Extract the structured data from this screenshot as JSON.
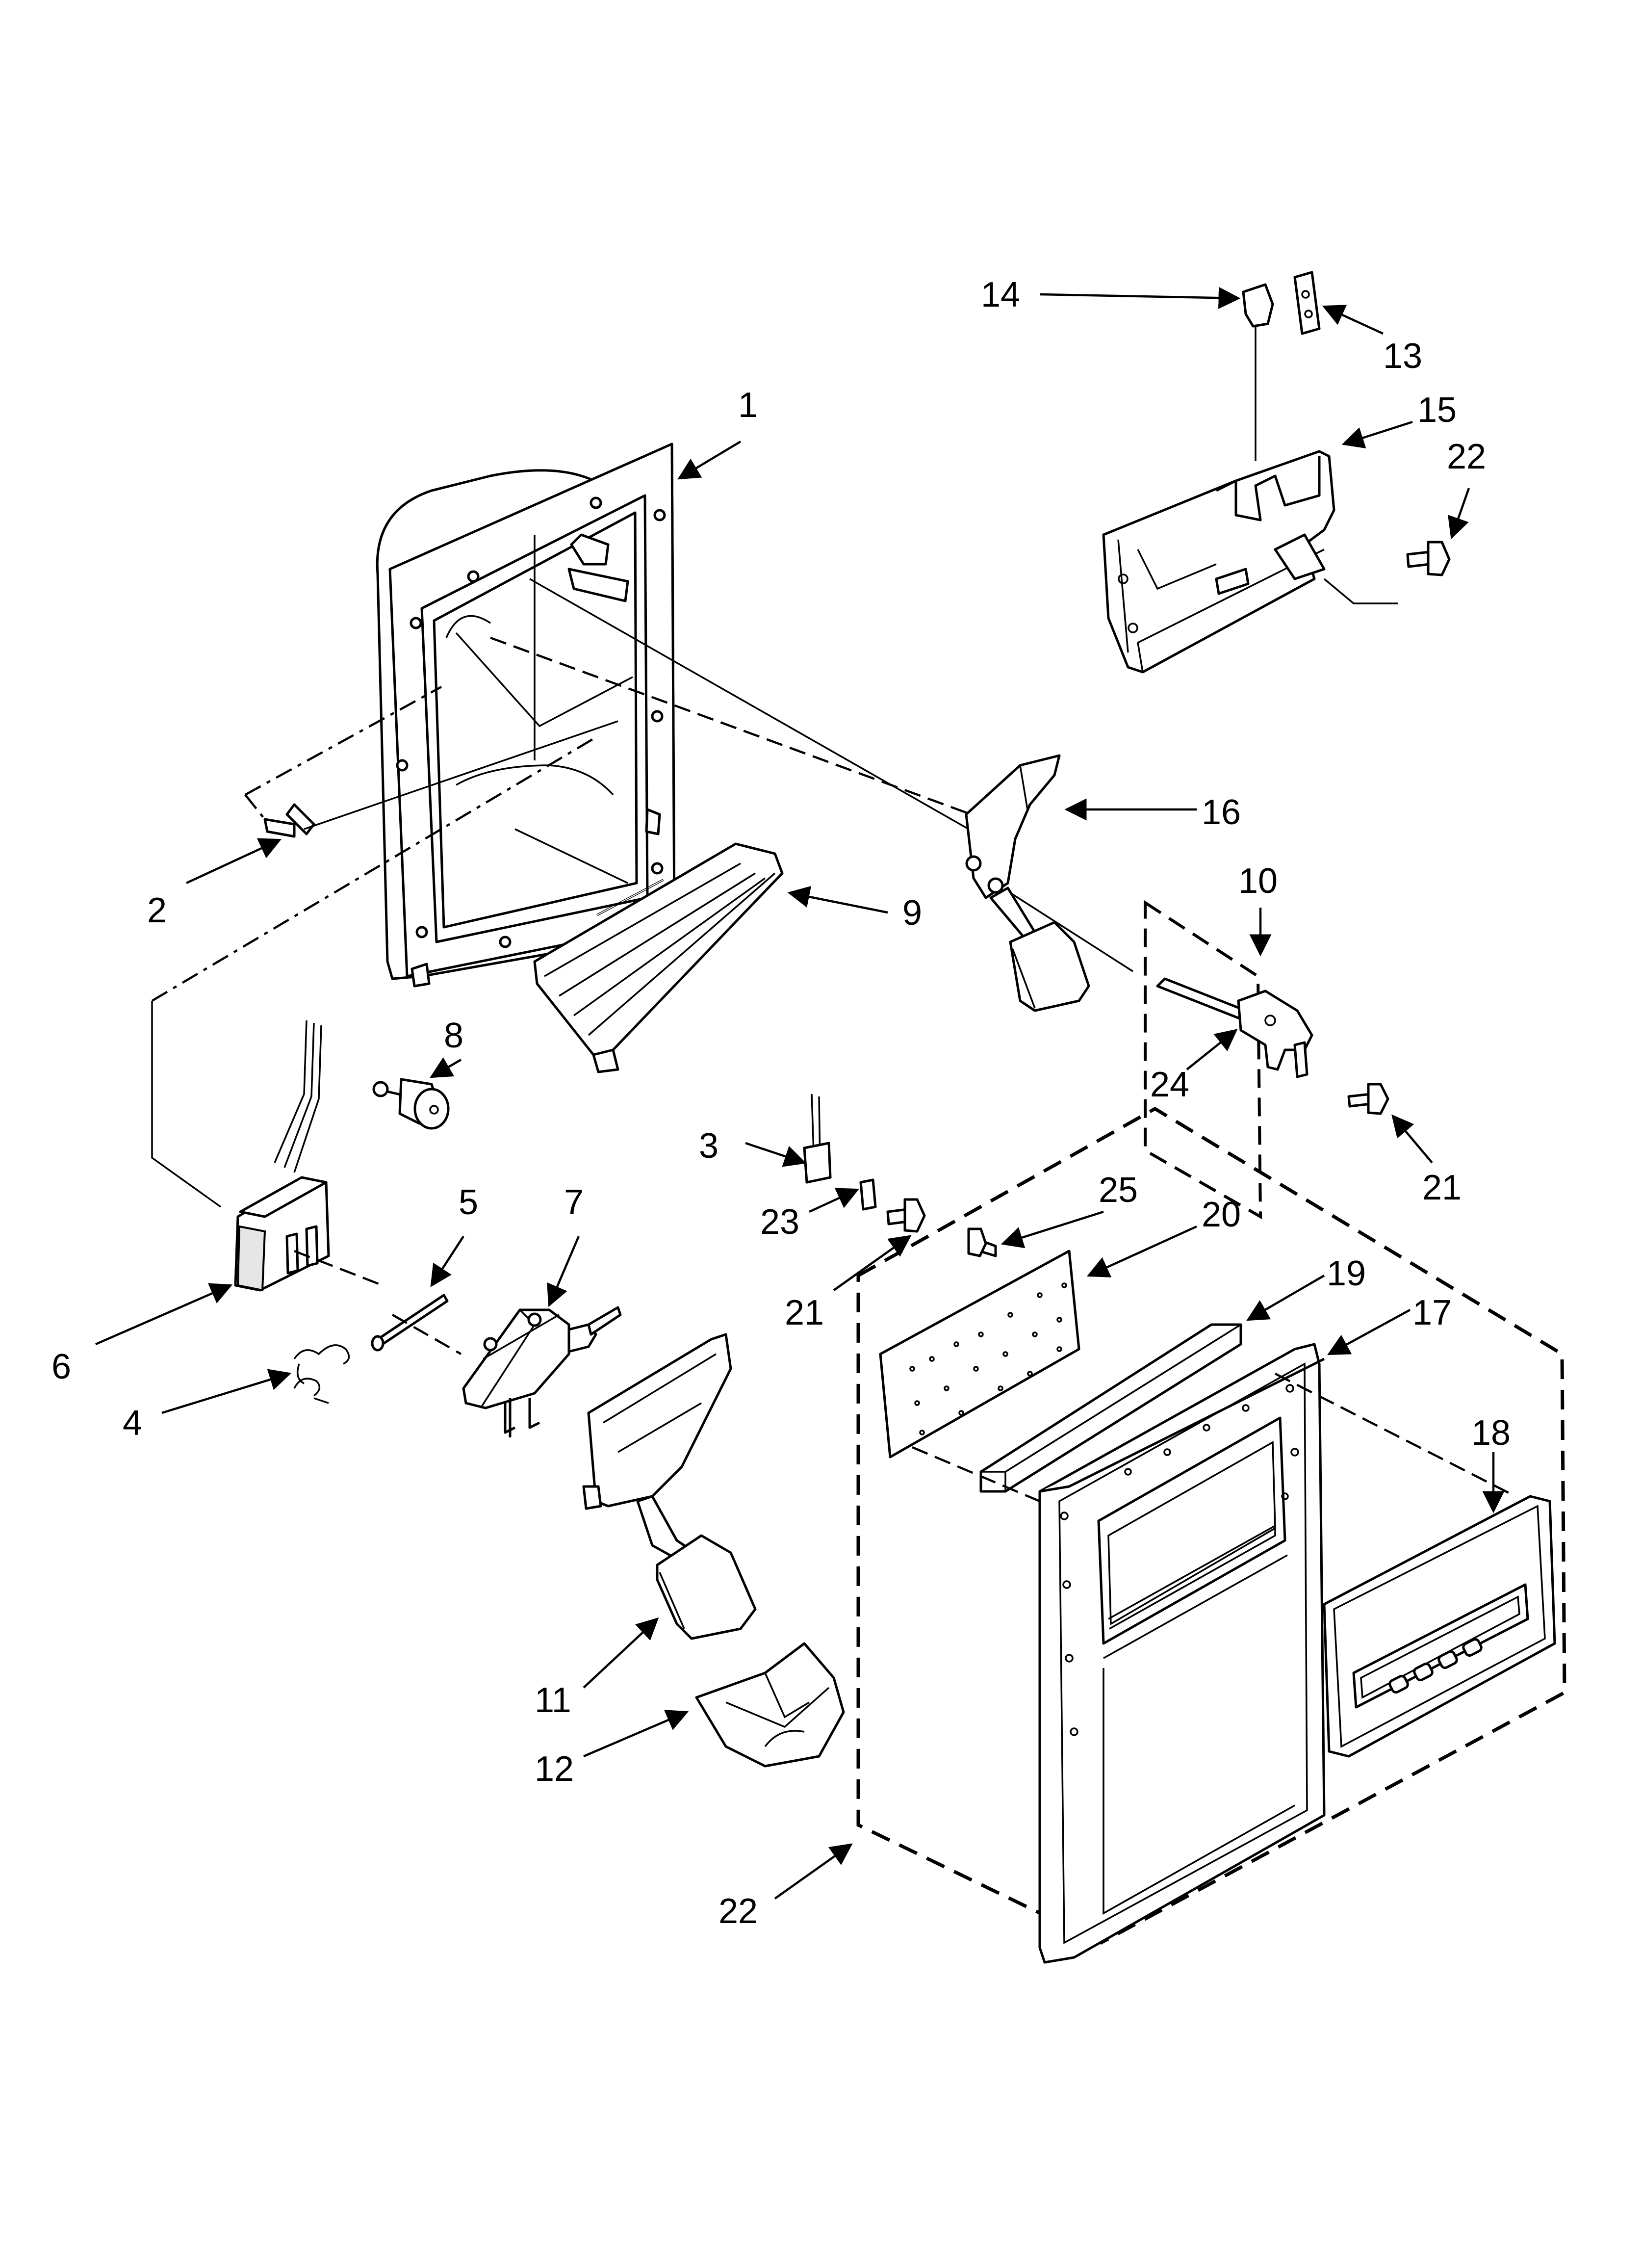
{
  "callouts": [
    {
      "id": "c1",
      "label": "1"
    },
    {
      "id": "c2",
      "label": "2"
    },
    {
      "id": "c3",
      "label": "3"
    },
    {
      "id": "c4",
      "label": "4"
    },
    {
      "id": "c5",
      "label": "5"
    },
    {
      "id": "c6",
      "label": "6"
    },
    {
      "id": "c7",
      "label": "7"
    },
    {
      "id": "c8",
      "label": "8"
    },
    {
      "id": "c9",
      "label": "9"
    },
    {
      "id": "c10",
      "label": "10"
    },
    {
      "id": "c11",
      "label": "11"
    },
    {
      "id": "c12",
      "label": "12"
    },
    {
      "id": "c13",
      "label": "13"
    },
    {
      "id": "c14",
      "label": "14"
    },
    {
      "id": "c15",
      "label": "15"
    },
    {
      "id": "c16",
      "label": "16"
    },
    {
      "id": "c17",
      "label": "17"
    },
    {
      "id": "c18",
      "label": "18"
    },
    {
      "id": "c19",
      "label": "19"
    },
    {
      "id": "c20",
      "label": "20"
    },
    {
      "id": "c21a",
      "label": "21"
    },
    {
      "id": "c21b",
      "label": "21"
    },
    {
      "id": "c22a",
      "label": "22"
    },
    {
      "id": "c22b",
      "label": "22"
    },
    {
      "id": "c23",
      "label": "23"
    },
    {
      "id": "c24",
      "label": "24"
    },
    {
      "id": "c25",
      "label": "25"
    }
  ],
  "colors": {
    "line": "#000000",
    "background": "#ffffff",
    "shade": "#e6e6e6"
  }
}
